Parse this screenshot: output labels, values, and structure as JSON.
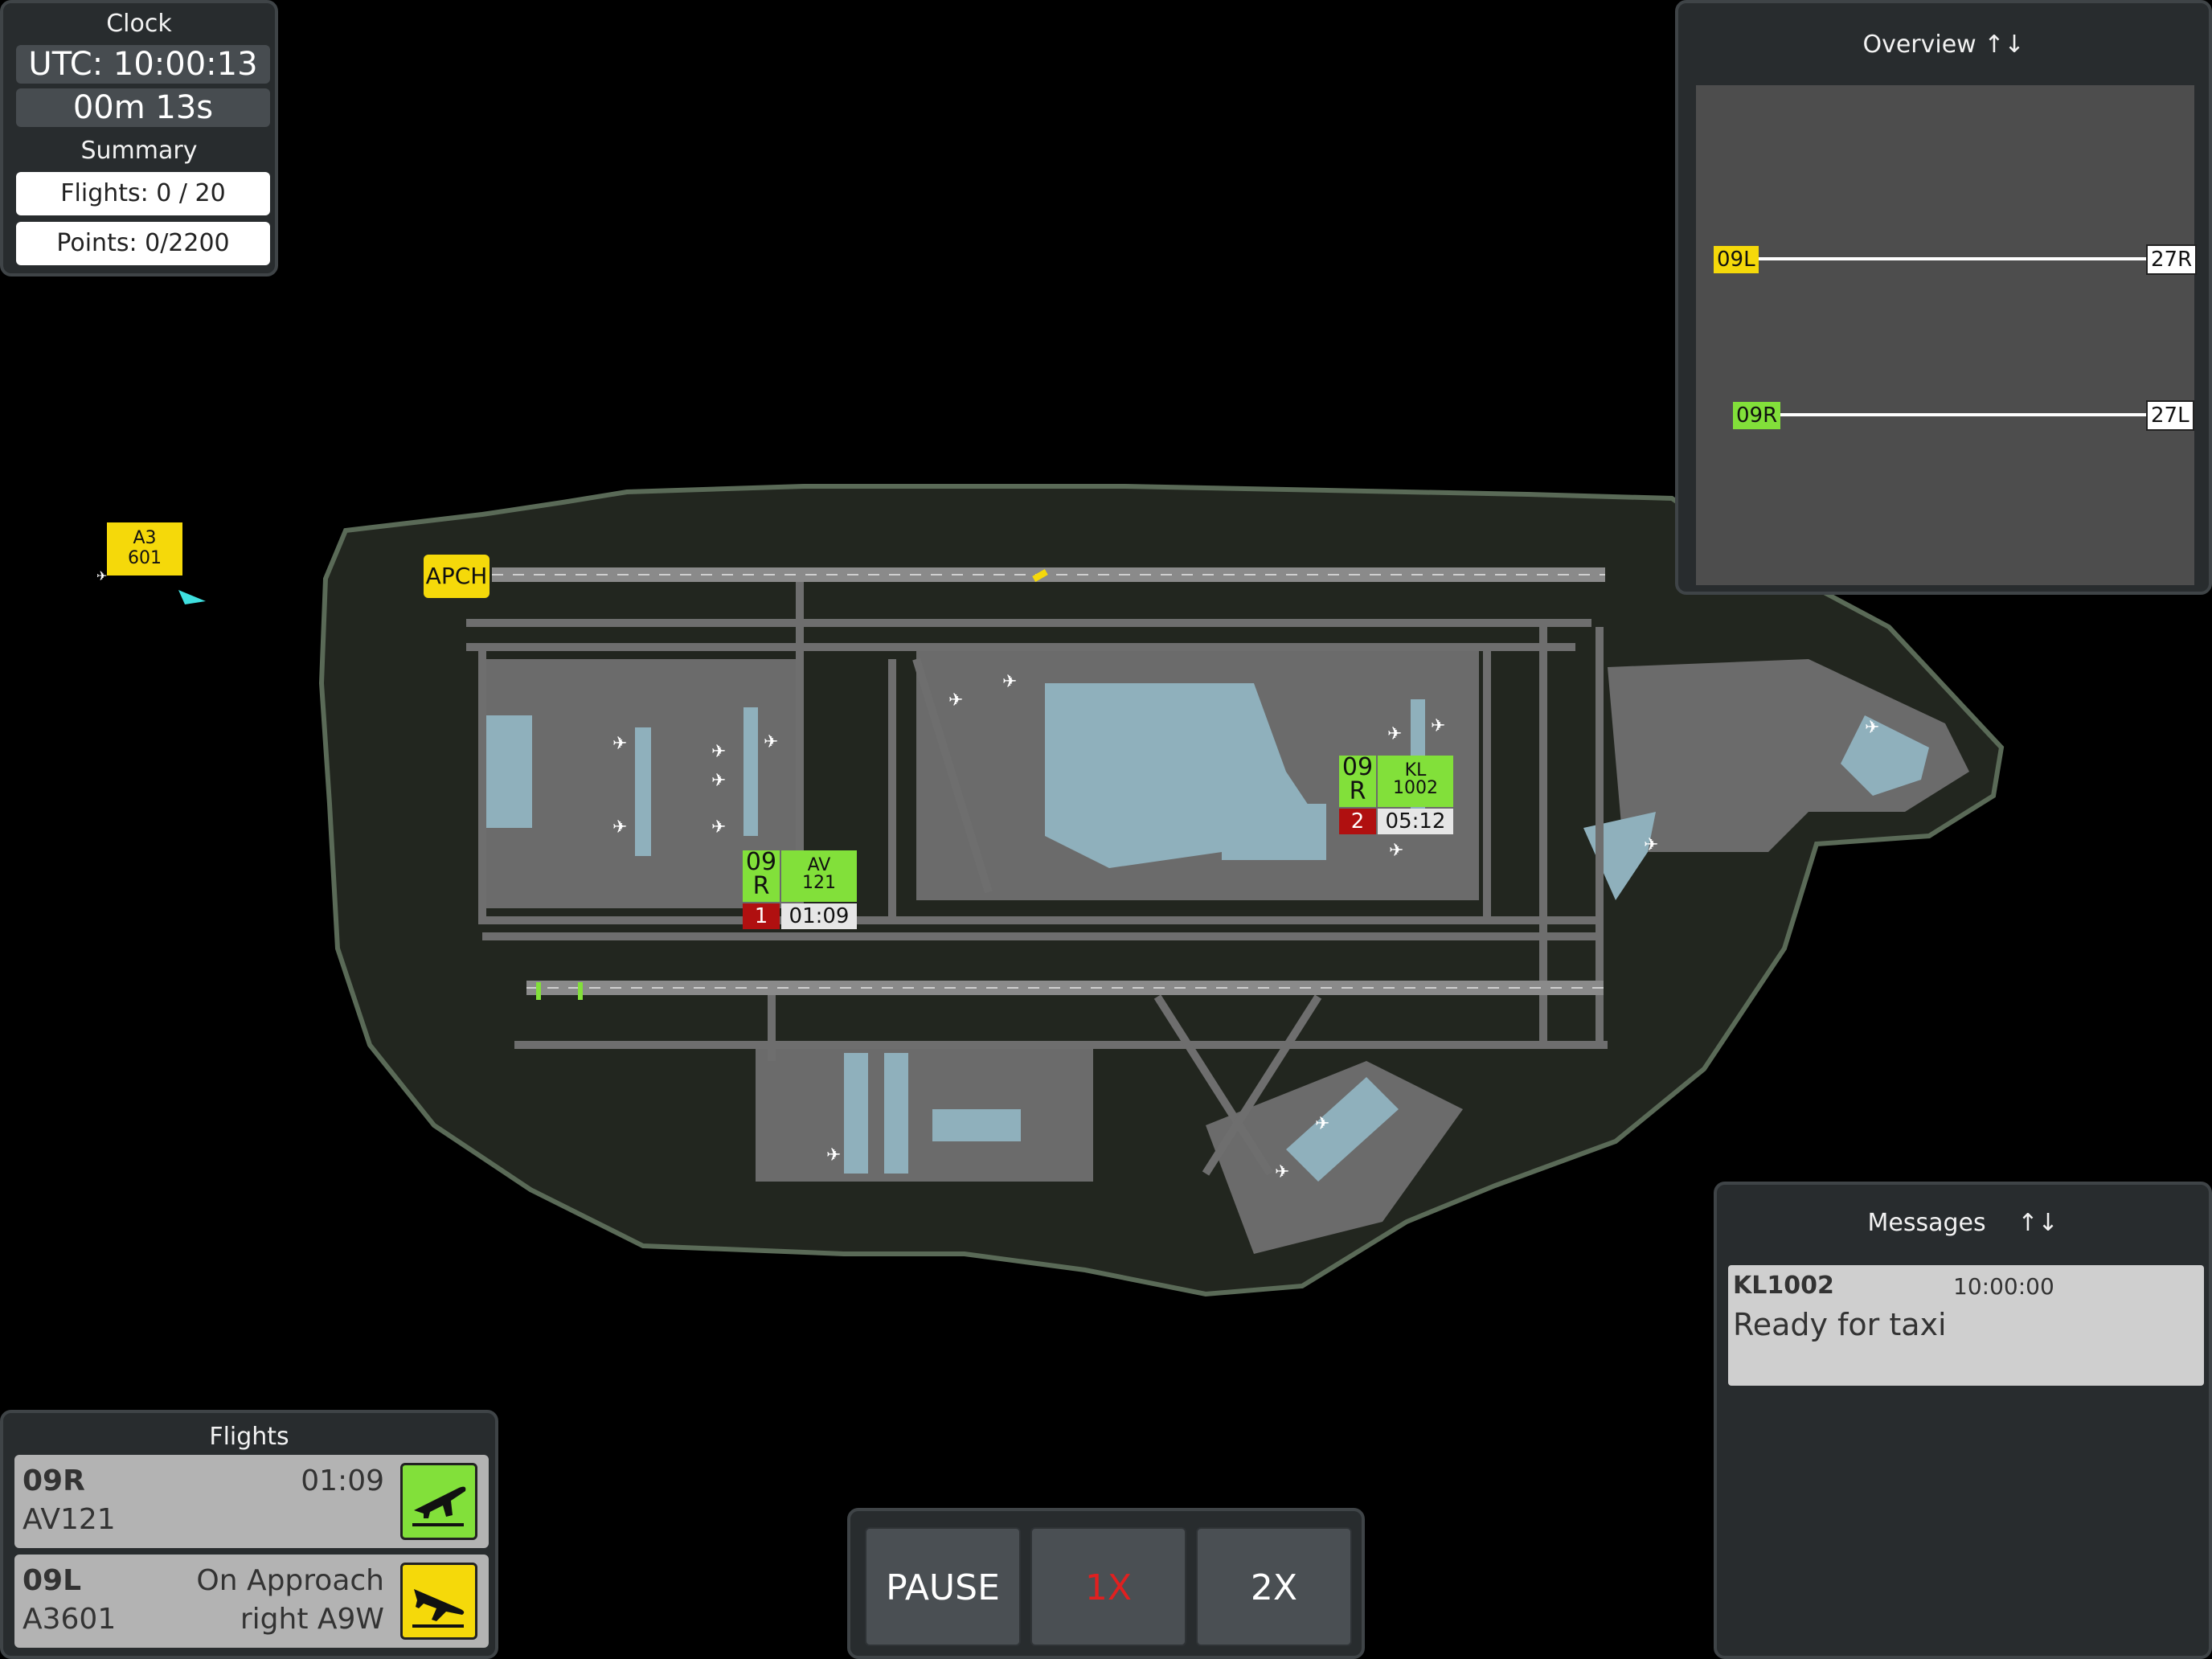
{
  "clock": {
    "title": "Clock",
    "utc": "UTC: 10:00:13",
    "elapsed": "00m 13s",
    "summary_title": "Summary",
    "flights": "Flights: 0 / 20",
    "points": "Points: 0/2200"
  },
  "overview": {
    "title": "Overview ↑↓",
    "runways": [
      {
        "left": "09L",
        "right": "27R",
        "left_color": "#f5d90a"
      },
      {
        "left": "09R",
        "right": "27L",
        "left_color": "#82e03a"
      }
    ]
  },
  "messages": {
    "title": "Messages",
    "sort_icon": "↑↓",
    "items": [
      {
        "callsign": "KL1002",
        "time": "10:00:00",
        "text": "Ready for taxi"
      }
    ]
  },
  "flights_panel": {
    "title": "Flights",
    "items": [
      {
        "runway": "09R",
        "callsign": "AV121",
        "info1": "01:09",
        "info2": "",
        "icon": "takeoff-icon",
        "icon_color": "#82e03a"
      },
      {
        "runway": "09L",
        "callsign": "A3601",
        "info1": "On Approach",
        "info2": "right A9W",
        "icon": "landing-icon",
        "icon_color": "#f5d90a"
      }
    ]
  },
  "controls": {
    "pause": "PAUSE",
    "speed1": "1X",
    "speed2": "2X",
    "active_color": "#e02020"
  },
  "map": {
    "arrival_tag": {
      "line1": "A3",
      "line2": "601"
    },
    "apch_label": "APCH",
    "datablocks": [
      {
        "runway_top": "09",
        "runway_bottom": "R",
        "call_top": "AV",
        "call_bottom": "121",
        "seq": "1",
        "time": "01:09"
      },
      {
        "runway_top": "09",
        "runway_bottom": "R",
        "call_top": "KL",
        "call_bottom": "1002",
        "seq": "2",
        "time": "05:12"
      }
    ]
  }
}
